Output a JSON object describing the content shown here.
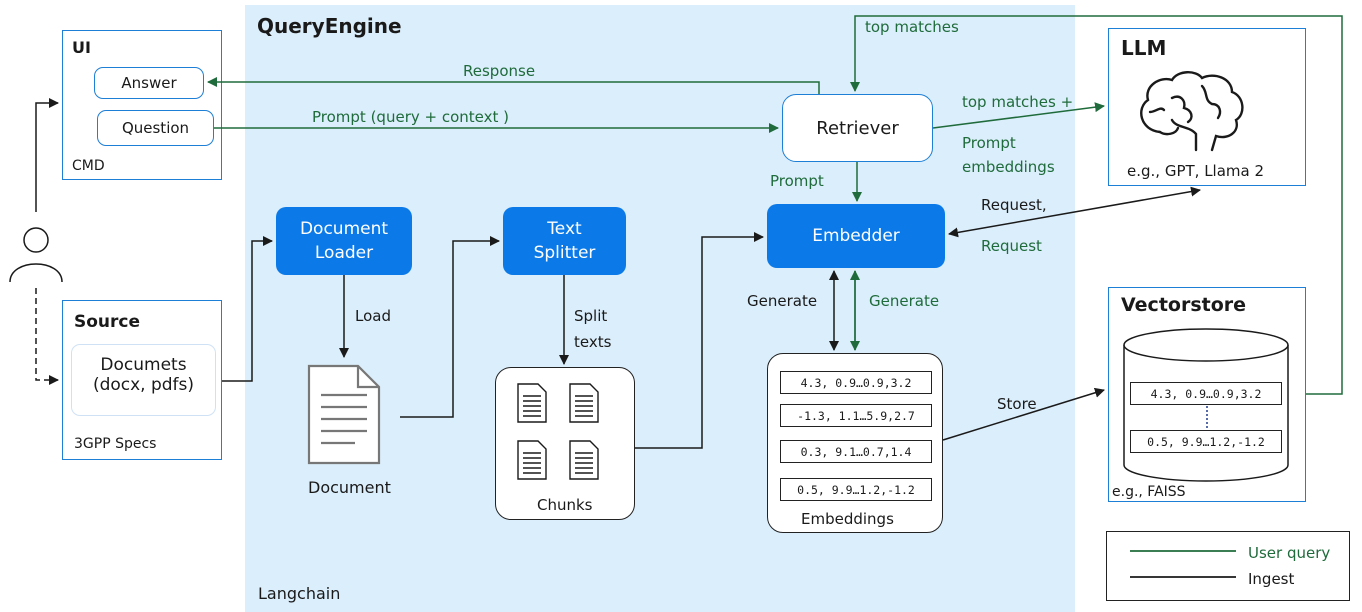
{
  "query_engine": {
    "title": "QueryEngine",
    "footer": "Langchain"
  },
  "ui": {
    "title": "UI",
    "answer": "Answer",
    "question": "Question",
    "footer": "CMD"
  },
  "source": {
    "title": "Source",
    "docs_line1": "Documets",
    "docs_line2": "(docx, pdfs)",
    "footer": "3GPP Specs"
  },
  "document_loader": {
    "line1": "Document",
    "line2": "Loader"
  },
  "text_splitter": {
    "line1": "Text",
    "line2": "Splitter"
  },
  "embedder": "Embedder",
  "retriever": "Retriever",
  "document_label": "Document",
  "chunks_label": "Chunks",
  "embeddings_label": "Embeddings",
  "embeddings": [
    "4.3, 0.9…0.9,3.2",
    "-1.3, 1.1…5.9,2.7",
    "0.3, 9.1…0.7,1.4",
    "0.5, 9.9…1.2,-1.2"
  ],
  "llm": {
    "title": "LLM",
    "footer": "e.g., GPT, Llama 2"
  },
  "vectorstore": {
    "title": "Vectorstore",
    "rows": [
      "4.3, 0.9…0.9,3.2",
      "0.5, 9.9…1.2,-1.2"
    ],
    "footer": "e.g., FAISS"
  },
  "edges": {
    "response": "Response",
    "prompt_query_context": "Prompt (query + context )",
    "top_matches": "top matches",
    "top_matches_plus": "top matches +",
    "prompt_embeddings_1": "Prompt",
    "prompt_embeddings_2": "embeddings",
    "prompt": "Prompt",
    "request_black": "Request,",
    "request_green": "Request",
    "load": "Load",
    "split_1": "Split",
    "split_2": "texts",
    "generate_black": "Generate",
    "generate_green": "Generate",
    "store": "Store"
  },
  "legend": {
    "user_query": "User query",
    "ingest": "Ingest"
  },
  "colors": {
    "panel": "#dbeefb",
    "accent": "#0b7ae8",
    "user_query": "#1f6b3b",
    "ingest": "#1a1a1a"
  }
}
